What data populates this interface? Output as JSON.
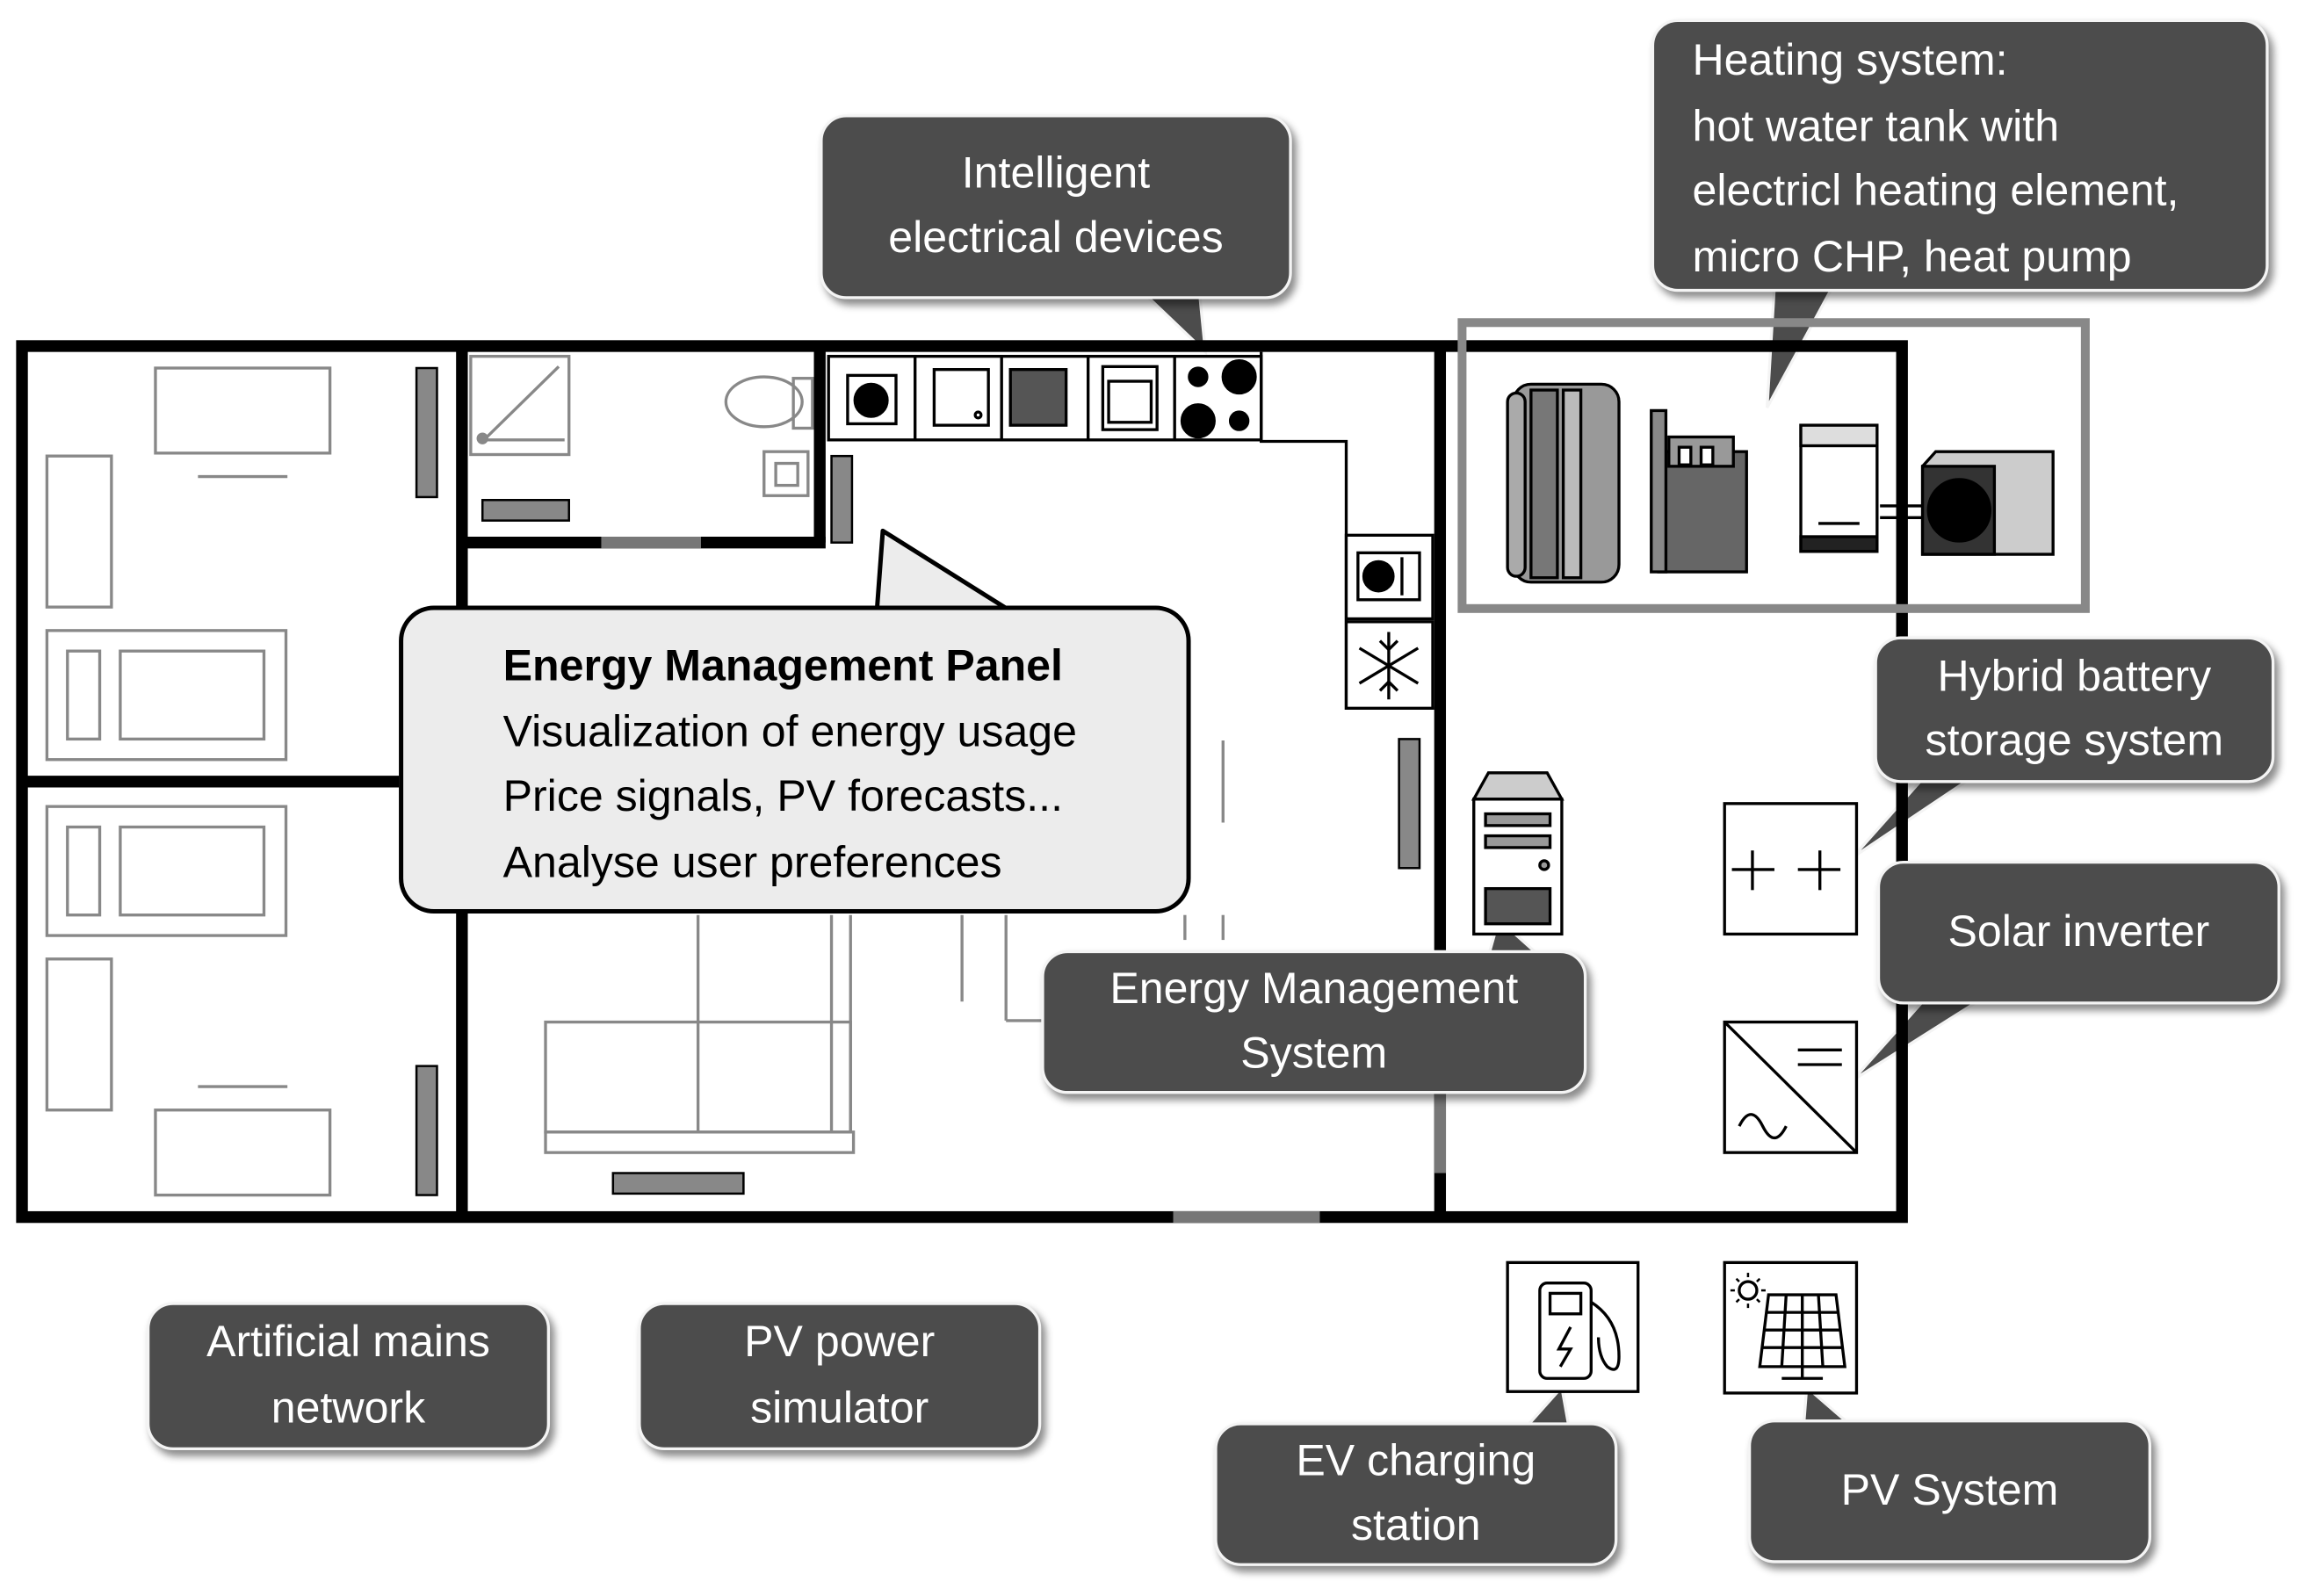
{
  "callouts": {
    "intelligent_devices": {
      "lines": [
        "Intelligent",
        "electrical devices"
      ]
    },
    "heating_system": {
      "lines": [
        "Heating system:",
        "hot water tank with",
        "electricl heating element,",
        "micro CHP, heat pump"
      ]
    },
    "hybrid_battery": {
      "lines": [
        "Hybrid battery",
        "storage system"
      ]
    },
    "solar_inverter": {
      "lines": [
        "Solar inverter"
      ]
    },
    "energy_management_system": {
      "lines": [
        "Energy Management",
        "System"
      ]
    },
    "ev_charging": {
      "lines": [
        "EV charging",
        "station"
      ]
    },
    "pv_system": {
      "lines": [
        "PV System"
      ]
    },
    "mains_network": {
      "lines": [
        "Artificial mains",
        "network"
      ]
    },
    "pv_simulator": {
      "lines": [
        "PV power",
        "simulator"
      ]
    }
  },
  "panel": {
    "title": "Energy Management Panel",
    "lines": [
      "Visualization of energy usage",
      "Price signals, PV forecasts...",
      "Analyse user preferences"
    ]
  },
  "colors": {
    "callout_fill": "#4c4c4c",
    "callout_text": "#ffffff",
    "panel_fill": "#ececec",
    "wall": "#000000",
    "furniture": "#888888",
    "device_dark": "#555555"
  },
  "icons": {
    "fridge": "snowflake-icon",
    "battery": "battery-icon",
    "inverter": "dc-ac-inverter-icon",
    "ev_charger": "fuel-pump-icon",
    "pv_panel": "solar-panel-icon",
    "ems": "computer-tower-icon"
  }
}
